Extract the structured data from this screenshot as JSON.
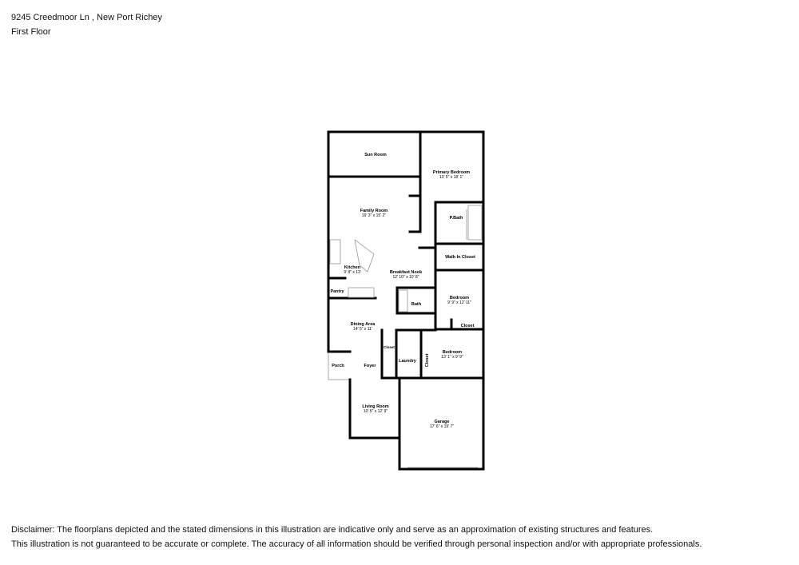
{
  "header": {
    "address": "9245 Creedmoor Ln , New Port Richey",
    "floor": "First Floor"
  },
  "rooms": {
    "sun_room": {
      "name": "Sun Room"
    },
    "primary_bedroom": {
      "name": "Primary Bedroom",
      "dims": "13' 5\" x 18' 1\""
    },
    "family_room": {
      "name": "Family Room",
      "dims": "19' 3\" x 15' 2\""
    },
    "p_bath": {
      "name": "P.Bath"
    },
    "walk_in_closet": {
      "name": "Walk-In Closet"
    },
    "kitchen": {
      "name": "Kitchen",
      "dims": "9' 8\" x 13'"
    },
    "breakfast_nook": {
      "name": "Breakfast Nook",
      "dims": "12' 10\" x 10' 8\""
    },
    "pantry": {
      "name": "Pantry"
    },
    "bath": {
      "name": "Bath"
    },
    "bedroom_2": {
      "name": "Bedroom",
      "dims": "9' 9\" x 12' 11\""
    },
    "closet_2": {
      "name": "Closet"
    },
    "dining_area": {
      "name": "Dining Area",
      "dims": "14' 5\" x 11'"
    },
    "foyer_closet": {
      "name": "Closet"
    },
    "porch": {
      "name": "Porch"
    },
    "foyer": {
      "name": "Foyer"
    },
    "laundry": {
      "name": "Laundry"
    },
    "bedroom_3": {
      "name": "Bedroom",
      "dims": "13' 1\" x 9' 9\""
    },
    "closet_3": {
      "name": "Closet"
    },
    "living_room": {
      "name": "Living Room",
      "dims": "10' 5\" x 12' 9\""
    },
    "garage": {
      "name": "Garage",
      "dims": "17' 6\" x 19' 7\""
    }
  },
  "disclaimer": {
    "line1": "Disclaimer: The floorplans depicted and the stated dimensions in this illustration are indicative only and serve as an approximation of existing structures and features.",
    "line2": "This illustration is not guaranteed to be accurate or complete. The accuracy of all information should be verified through personal inspection and/or with appropriate professionals."
  }
}
